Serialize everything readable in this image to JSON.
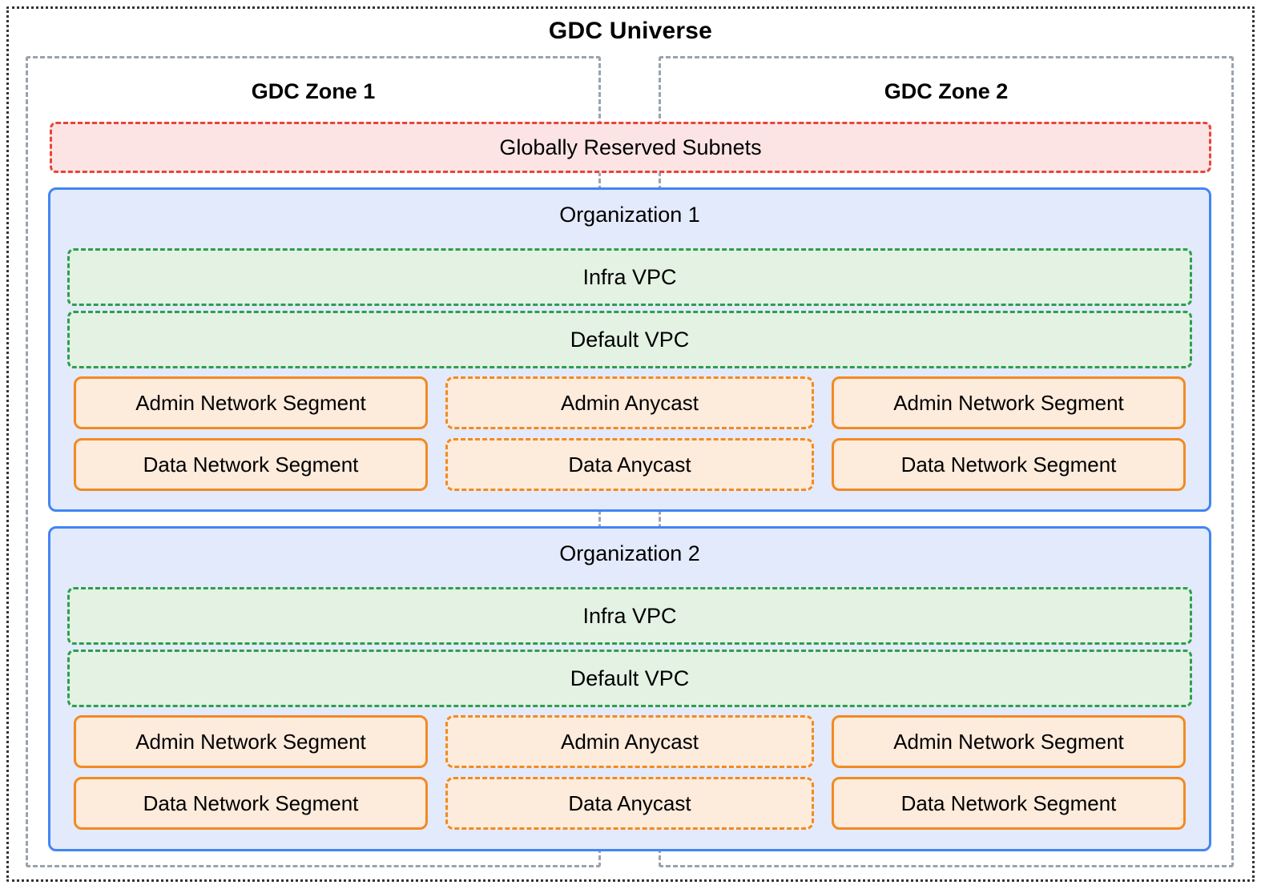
{
  "universe": {
    "title": "GDC Universe"
  },
  "zones": [
    {
      "id": "zone1",
      "title": "GDC Zone 1"
    },
    {
      "id": "zone2",
      "title": "GDC Zone 2"
    }
  ],
  "reserved_subnets": {
    "label": "Globally Reserved Subnets"
  },
  "organizations": [
    {
      "title": "Organization 1",
      "vpcs": [
        {
          "label": "Infra VPC"
        },
        {
          "label": "Default VPC"
        }
      ],
      "rows": [
        {
          "left": "Admin Network Segment",
          "middle": "Admin Anycast",
          "right": "Admin Network Segment"
        },
        {
          "left": "Data Network Segment",
          "middle": "Data Anycast",
          "right": "Data Network Segment"
        }
      ]
    },
    {
      "title": "Organization 2",
      "vpcs": [
        {
          "label": "Infra VPC"
        },
        {
          "label": "Default VPC"
        }
      ],
      "rows": [
        {
          "left": "Admin Network Segment",
          "middle": "Admin Anycast",
          "right": "Admin Network Segment"
        },
        {
          "left": "Data Network Segment",
          "middle": "Data Anycast",
          "right": "Data Network Segment"
        }
      ]
    }
  ],
  "colors": {
    "universe_border": "#333333",
    "zone_border": "#9aa3ad",
    "reserved_fill": "#fce4e4",
    "reserved_border": "#e8443a",
    "org_fill": "#e3eafc",
    "org_border": "#4285f4",
    "vpc_fill": "#e3f2e3",
    "vpc_border": "#2e9e4f",
    "segment_fill": "#fdebdc",
    "segment_border": "#f28a22",
    "text": "#000000"
  }
}
